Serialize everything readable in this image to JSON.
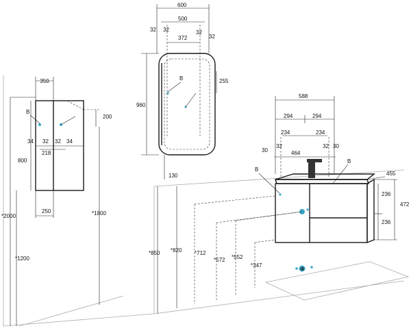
{
  "diagram": {
    "mirror": {
      "width_total": "600",
      "width_inner": "500",
      "side_32a": "32",
      "side_32b": "32",
      "side_32c": "32",
      "side_32d": "32",
      "inner_372": "372",
      "height": "960",
      "offset_255": "255",
      "bottom_130": "130",
      "point_b": "B"
    },
    "cabinet": {
      "width": "350",
      "depth": "200",
      "height": "800",
      "spacing_34a": "34",
      "spacing_32a": "32",
      "spacing_32b": "32",
      "spacing_34b": "34",
      "inner_218": "218",
      "bottom_250": "250",
      "point_b": "B",
      "mount_height": "*1800",
      "total_height": "*2000",
      "low_height": "*1200"
    },
    "vanity": {
      "width": "588",
      "half_a": "294",
      "half_b": "294",
      "spacing_234a": "234",
      "spacing_234b": "234",
      "side_30a": "30",
      "side_32a": "32",
      "inner_464": "464",
      "side_32b": "32",
      "side_30b": "30",
      "depth": "455",
      "height": "472",
      "drawer_top": "236",
      "drawer_bottom": "236",
      "point_b_left": "B",
      "point_b_right": "B",
      "h_850": "*850",
      "h_820": "*820",
      "h_712": "*712",
      "h_572": "*572",
      "h_552": "*552",
      "h_347": "*347"
    }
  }
}
